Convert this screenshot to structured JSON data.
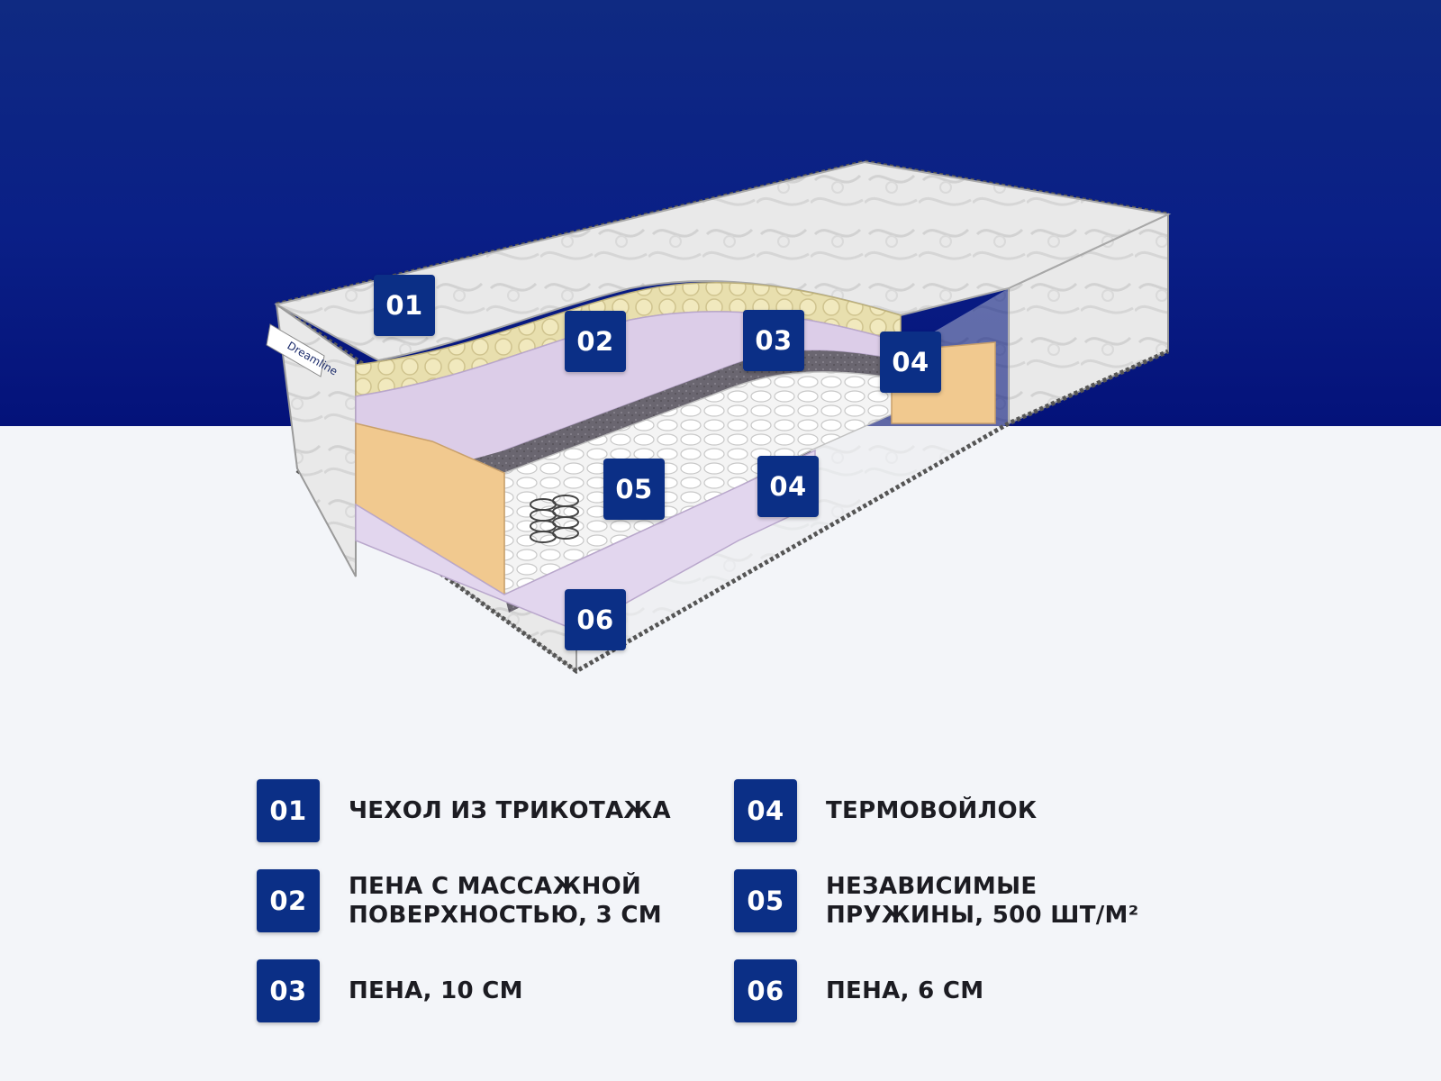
{
  "colors": {
    "top_band": "#0a1f86",
    "bottom_band": "#f3f5f9",
    "badge": "#0b2f86",
    "text": "#1c1c22",
    "foam_purple": "#d9cbe6",
    "foam_beige": "#f0c88f",
    "cover_grey": "#e4e4e4"
  },
  "brand_label": "Dreamline",
  "diagram_badges": [
    {
      "num": "01",
      "id": "badge-01"
    },
    {
      "num": "02",
      "id": "badge-02"
    },
    {
      "num": "03",
      "id": "badge-03"
    },
    {
      "num": "04",
      "id": "badge-04a"
    },
    {
      "num": "05",
      "id": "badge-05"
    },
    {
      "num": "04",
      "id": "badge-04b"
    },
    {
      "num": "06",
      "id": "badge-06"
    }
  ],
  "legend": [
    {
      "num": "01",
      "lines": [
        "ЧЕХОЛ ИЗ ТРИКОТАЖА"
      ]
    },
    {
      "num": "02",
      "lines": [
        "ПЕНА С МАССАЖНОЙ",
        "ПОВЕРХНОСТЬЮ, 3 СМ"
      ]
    },
    {
      "num": "03",
      "lines": [
        "ПЕНА, 10 СМ"
      ]
    },
    {
      "num": "04",
      "lines": [
        "ТЕРМОВОЙЛОК"
      ]
    },
    {
      "num": "05",
      "lines": [
        "НЕЗАВИСИМЫЕ",
        "ПРУЖИНЫ, 500 ШТ/М²"
      ]
    },
    {
      "num": "06",
      "lines": [
        "ПЕНА, 6 СМ"
      ]
    }
  ]
}
